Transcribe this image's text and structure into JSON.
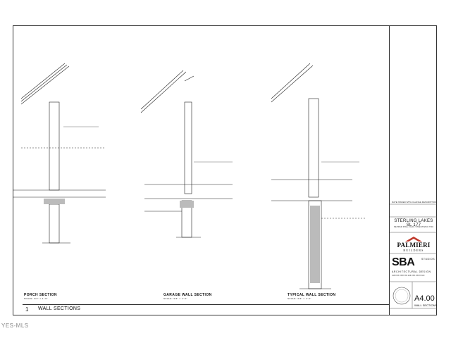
{
  "watermark": "YES-MLS",
  "title_bar": {
    "number": "1",
    "label": "WALL SECTIONS"
  },
  "sections": [
    {
      "title": "PORCH SECTION",
      "scale": "SCALE: 3/4\" = 1'-0\""
    },
    {
      "title": "GARAGE WALL SECTION",
      "scale": "SCALE: 3/4\" = 1'-0\""
    },
    {
      "title": "TYPICAL WALL SECTION",
      "scale": "SCALE: 3/4\" = 1'-0\""
    }
  ],
  "title_block": {
    "revision_header": "DATE   ISSUED WITH CHANGE DESCRIPTION",
    "project_name": "STERLING LAKES SL 177",
    "project_location": "PEPPER PIKE, OHIO / PRESTWICK TRC",
    "builder_name": "PALMIERI",
    "builder_sub": "BUILDERS",
    "architect_big": "SBA",
    "architect_studios": "STUDIOS",
    "architect_tag": "ARCHITECTURAL DESIGN",
    "architect_contact": "216.XXX.XXXX  PH   216.XXX.XXXX  FAX",
    "sheet_number": "A4.00",
    "sheet_title": "WALL SECTIONS"
  }
}
